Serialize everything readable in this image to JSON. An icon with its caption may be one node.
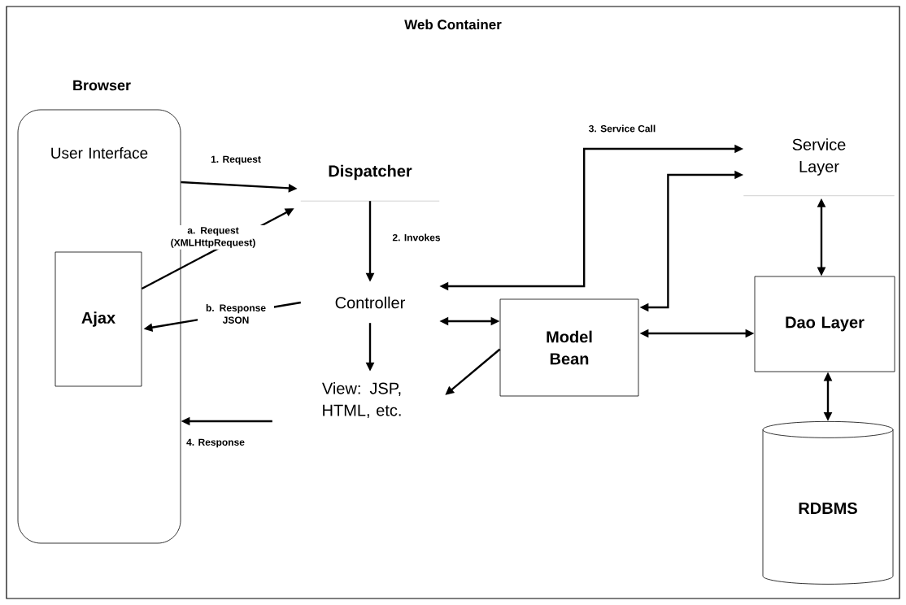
{
  "diagram": {
    "nodes": [
      {
        "text": [
          "Web Container"
        ]
      },
      {
        "text": [
          "Browser",
          "User Interface"
        ],
        "in": 0
      },
      {
        "text": [
          "Ajax"
        ],
        "in": 1
      },
      {
        "text": [
          "Dispatcher"
        ],
        "in": 0
      },
      {
        "text": [
          "Controller"
        ],
        "in": 0
      },
      {
        "text": [
          "View: JSP, HTML, etc."
        ],
        "in": 0
      },
      {
        "text": [
          "Service Layer"
        ],
        "in": 0
      },
      {
        "text": [
          "Model Bean"
        ],
        "in": 0
      },
      {
        "text": [
          "Dao Layer"
        ],
        "in": 0
      },
      {
        "text": [
          "RDBMS"
        ],
        "in": 0
      }
    ],
    "edges": [
      {
        "from": 1,
        "to": 3,
        "arrow": "to",
        "label": "1. Request"
      },
      {
        "from": 2,
        "to": 3,
        "arrow": "to",
        "label": "a. Request (XMLHttpRequest)"
      },
      {
        "from": 3,
        "to": 4,
        "arrow": "to",
        "label": "2. Invokes"
      },
      {
        "from": 4,
        "to": 2,
        "arrow": "to",
        "label": "b. Response JSON"
      },
      {
        "from": 4,
        "to": 5,
        "arrow": "to"
      },
      {
        "from": 5,
        "to": 1,
        "arrow": "to",
        "label": "4. Response"
      },
      {
        "from": 4,
        "to": 6,
        "arrow": "both",
        "label": "3. Service Call"
      },
      {
        "from": 7,
        "to": 6,
        "arrow": "both"
      },
      {
        "from": 4,
        "to": 7,
        "arrow": "both"
      },
      {
        "from": 7,
        "to": 5,
        "arrow": "to"
      },
      {
        "from": 7,
        "to": 8,
        "arrow": "both"
      },
      {
        "from": 6,
        "to": 8,
        "arrow": "both"
      },
      {
        "from": 8,
        "to": 9,
        "arrow": "both"
      }
    ]
  }
}
